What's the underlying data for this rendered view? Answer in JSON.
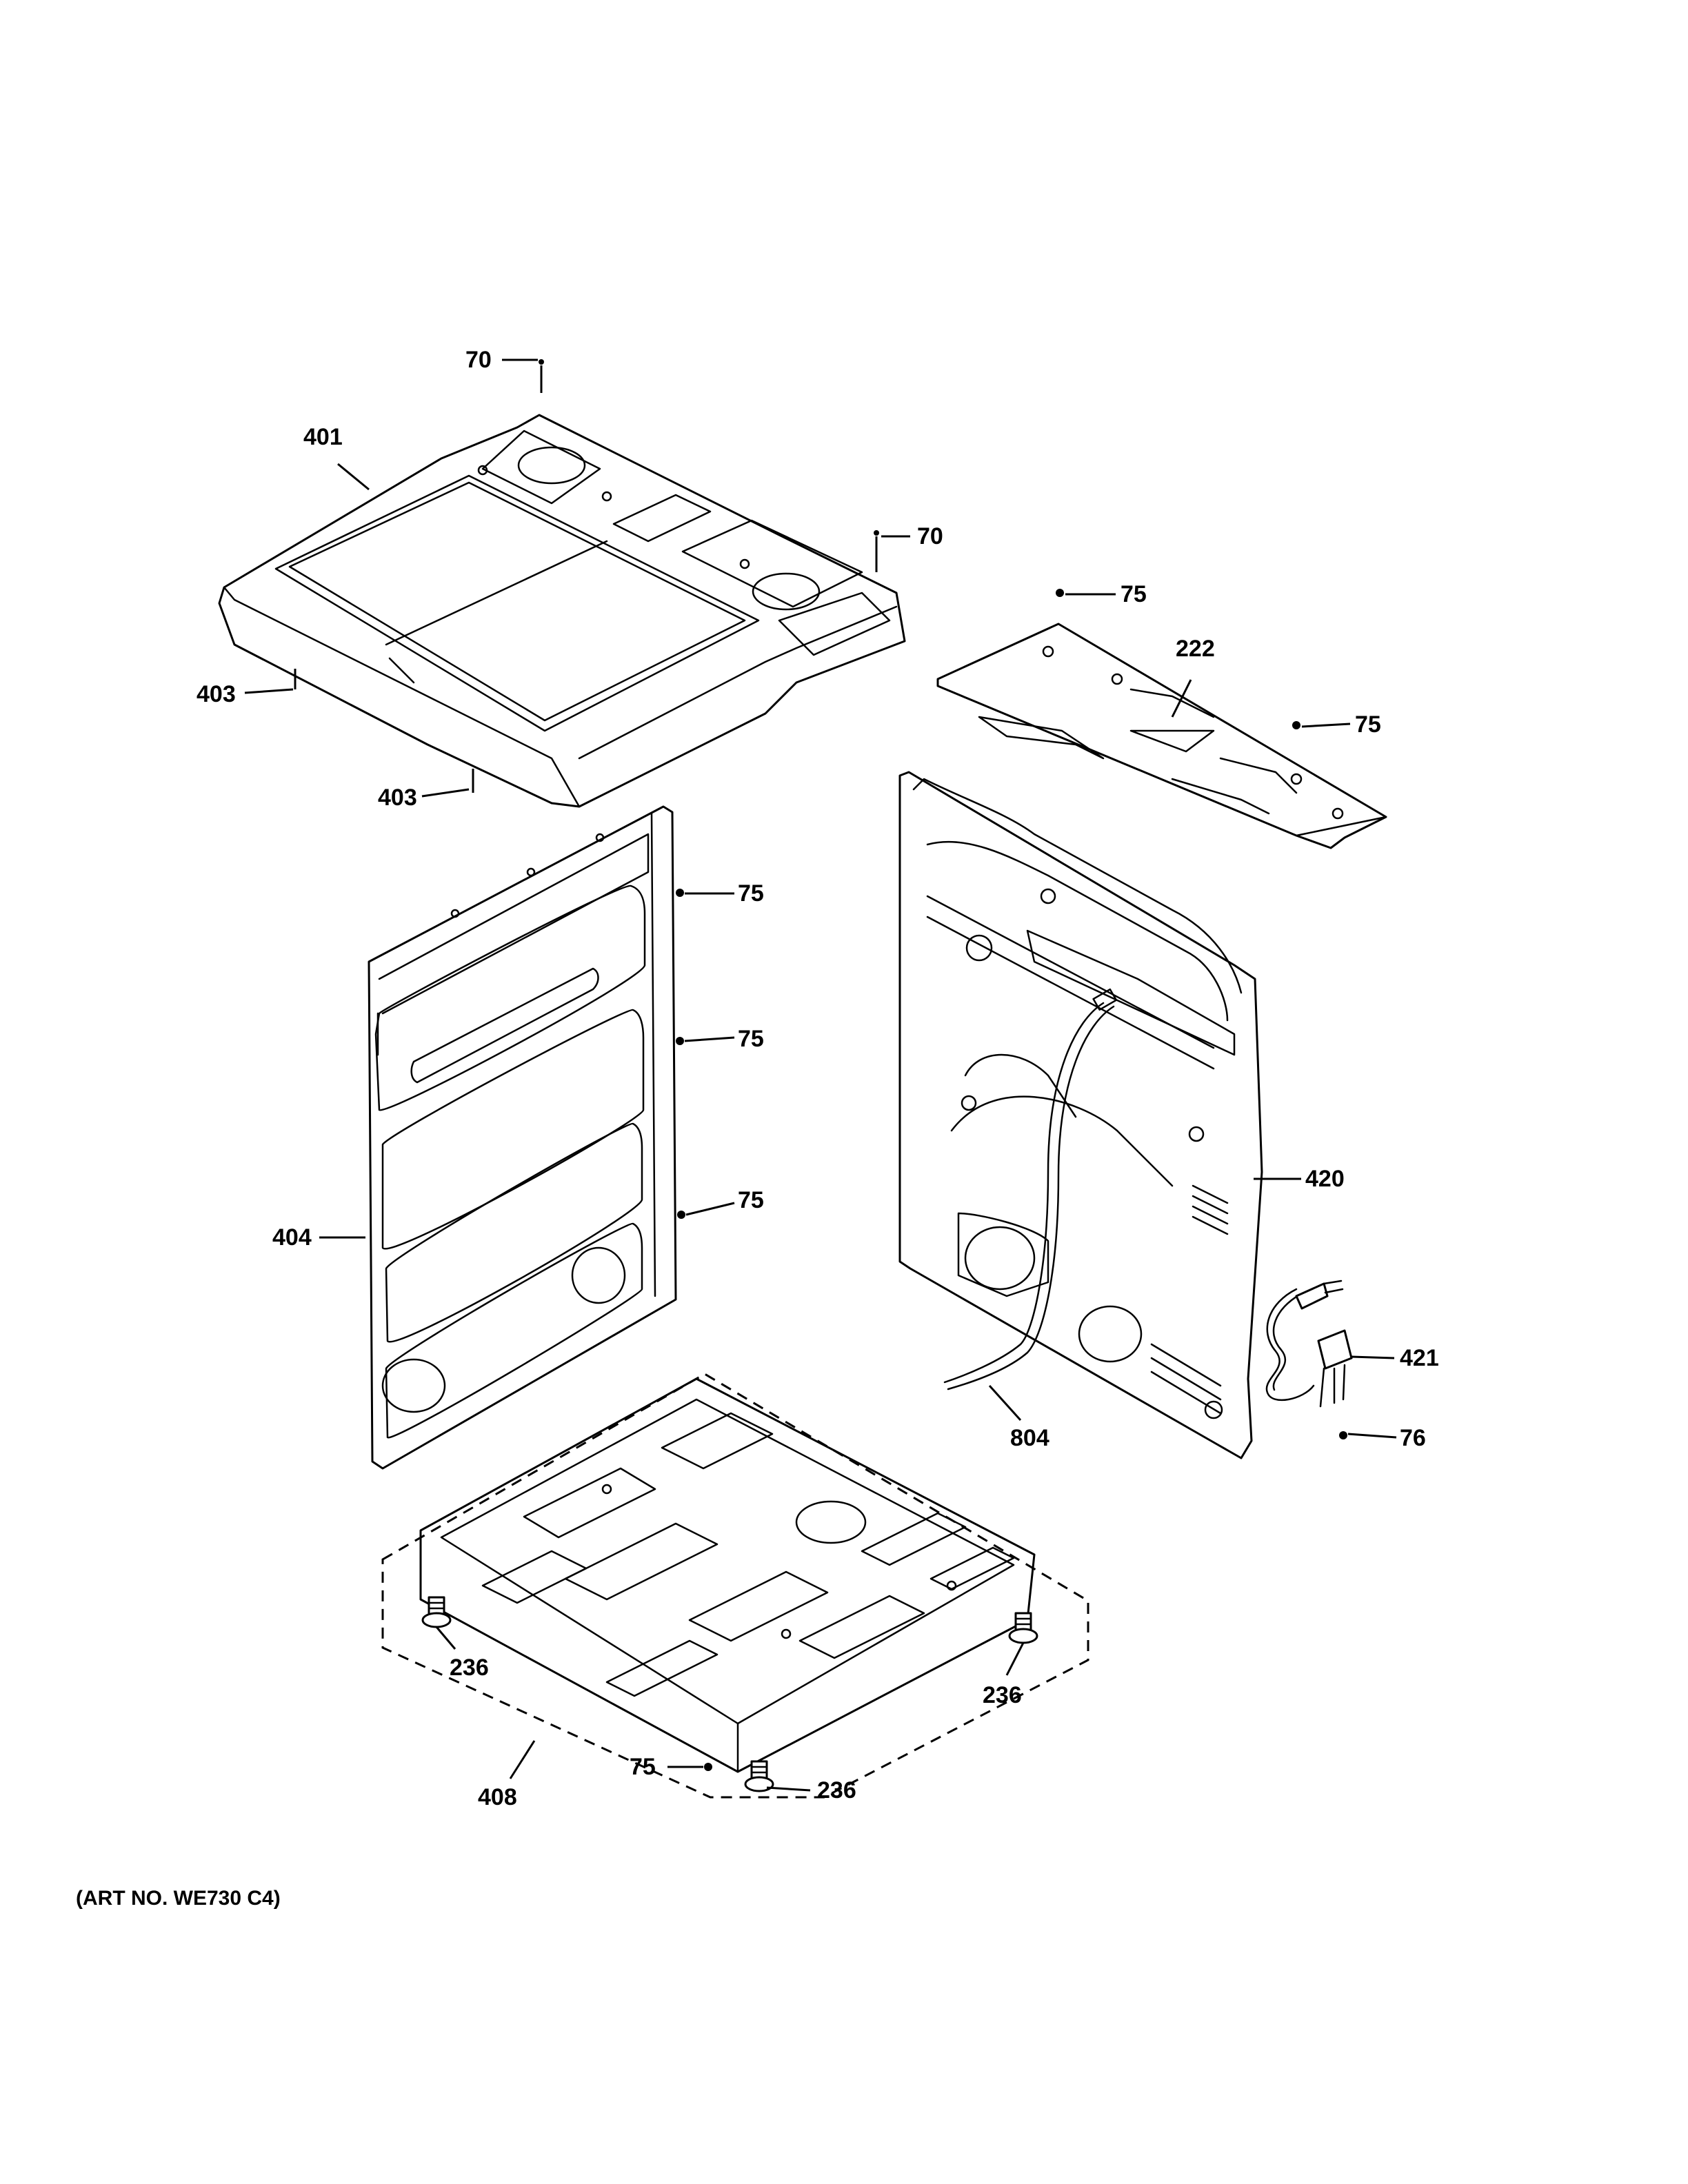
{
  "callouts": {
    "c70_top": "70",
    "c70_right": "70",
    "c401": "401",
    "c403_left": "403",
    "c403_bottom": "403",
    "c75_top1": "75",
    "c222": "222",
    "c75_top2": "75",
    "c75_side1": "75",
    "c75_side2": "75",
    "c75_side3": "75",
    "c404": "404",
    "c420": "420",
    "c421": "421",
    "c76": "76",
    "c804": "804",
    "c236_left": "236",
    "c236_right": "236",
    "c236_bottom": "236",
    "c75_base": "75",
    "c408": "408"
  },
  "footer": {
    "art_number": "(ART NO. WE730 C4)"
  }
}
